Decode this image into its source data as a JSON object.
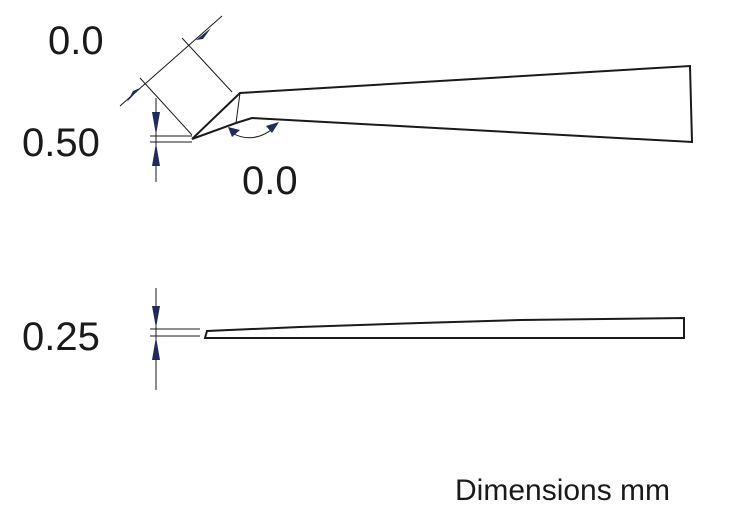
{
  "dimensions": {
    "tip_width_top": "0.0",
    "tip_thickness": "0.50",
    "bend_angle": "0.0",
    "side_thickness": "0.25"
  },
  "caption": "Dimensions mm",
  "colors": {
    "drawing": "#1a1a1a",
    "arrowhead": "#1f2b5a"
  }
}
